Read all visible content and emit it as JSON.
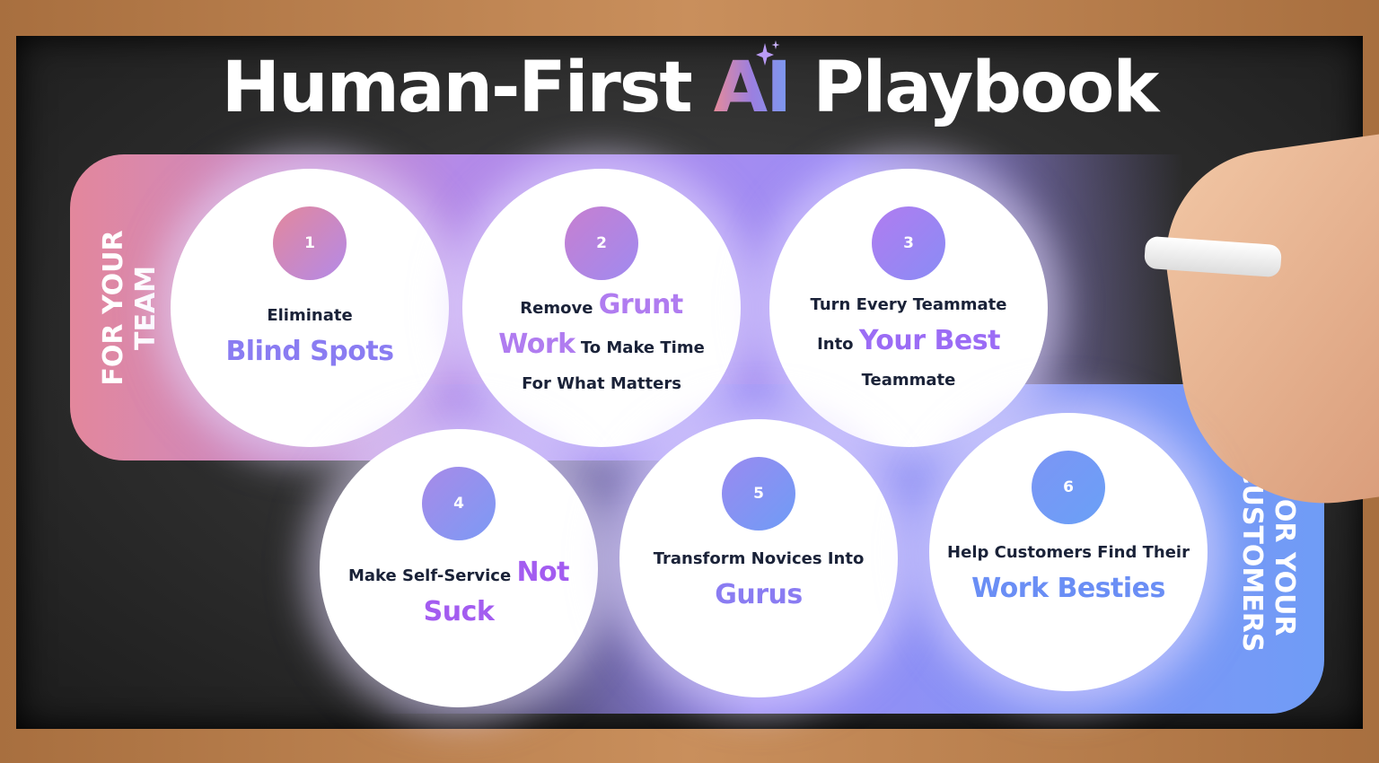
{
  "title": {
    "part1": "Human-First ",
    "ai": "AI",
    "part2": " Playbook"
  },
  "bands": {
    "team": "FOR YOUR TEAM",
    "customers": "FOR YOUR CUSTOMERS"
  },
  "colors": {
    "team_band_start": "#e3879c",
    "team_band_end": "#9d8df5",
    "customer_band_end": "#6f9cf6",
    "text": "#1a2238",
    "highlight_purple": "#b07cf0",
    "highlight_blue": "#6a8ef5"
  },
  "steps": [
    {
      "number": "1",
      "pre": "Eliminate",
      "highlight": "Blind Spots",
      "post": ""
    },
    {
      "number": "2",
      "pre": "Remove",
      "highlight": "Grunt Work",
      "post": "To Make Time For What Matters"
    },
    {
      "number": "3",
      "pre": "Turn Every Teammate Into",
      "highlight": "Your Best",
      "post": "Teammate"
    },
    {
      "number": "4",
      "pre": "Make Self-Service",
      "highlight": "Not Suck",
      "post": ""
    },
    {
      "number": "5",
      "pre": "Transform Novices Into",
      "highlight": "Gurus",
      "post": ""
    },
    {
      "number": "6",
      "pre": "Help Customers Find Their",
      "highlight": "Work Besties",
      "post": ""
    }
  ]
}
